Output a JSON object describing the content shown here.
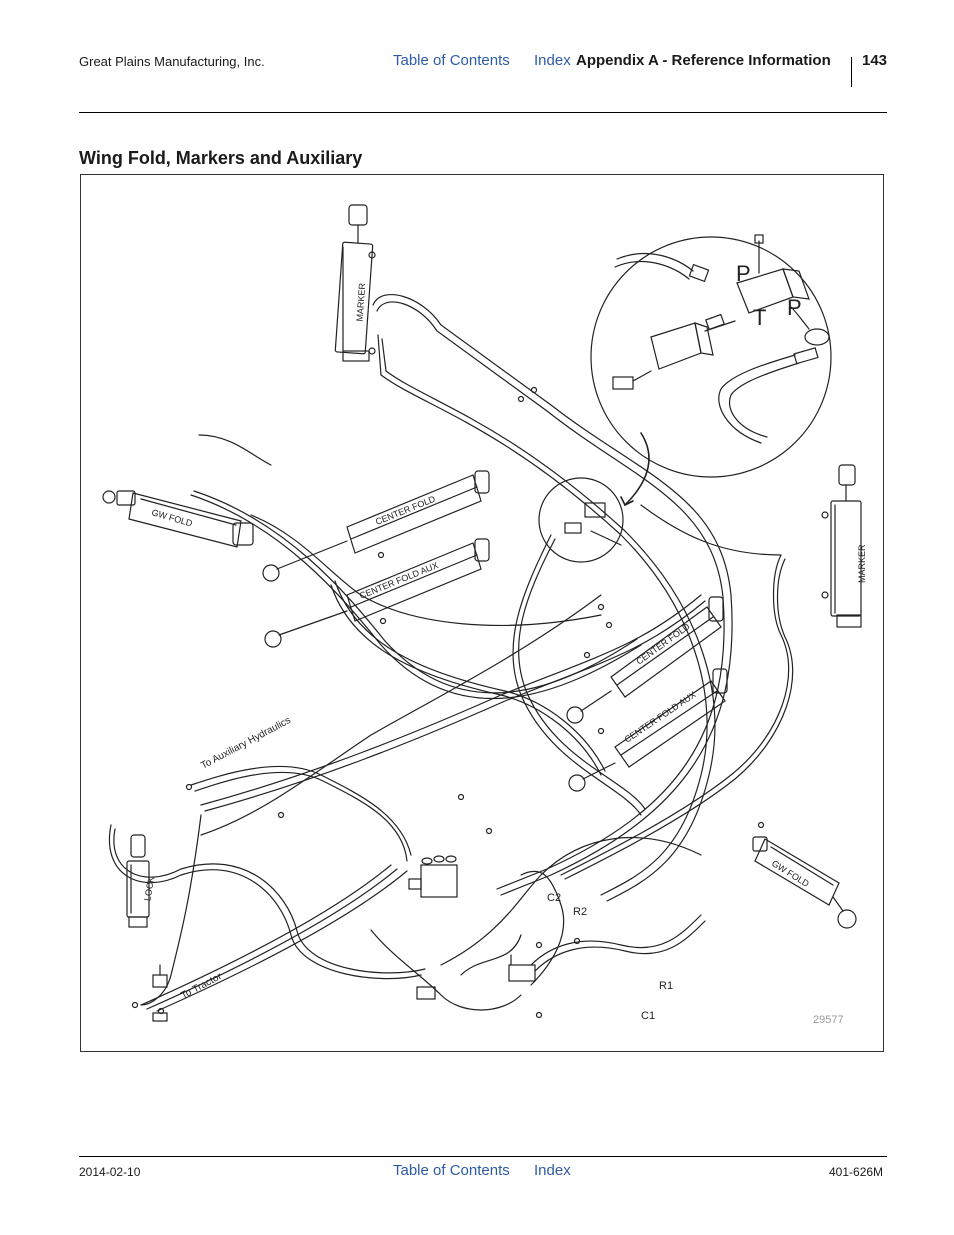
{
  "header": {
    "company": "Great Plains Manufacturing, Inc.",
    "toc_link": "Table of Contents",
    "index_link": "Index",
    "appendix": "Appendix A - Reference Information",
    "page_number": "143"
  },
  "section_title": "Wing Fold, Markers and Auxiliary",
  "figure": {
    "cylinder_labels": {
      "marker_left": "MARKER",
      "marker_right": "MARKER",
      "gw_fold_left": "GW FOLD",
      "gw_fold_right": "GW FOLD",
      "center_fold_upper": "CENTER FOLD",
      "center_fold_aux_upper": "CENTER FOLD AUX",
      "center_fold_lower": "CENTER FOLD",
      "center_fold_aux_lower": "CENTER FOLD AUX",
      "lock": "LOCK"
    },
    "port_labels": {
      "p_top": "P",
      "t": "T",
      "p_right": "P"
    },
    "hose_labels": {
      "to_aux": "To Auxiliary Hydraulics",
      "to_tractor": "To Tractor",
      "c2": "C2",
      "r2": "R2",
      "r1": "R1",
      "c1": "C1"
    },
    "figure_number": "29577"
  },
  "footer": {
    "date": "2014-02-10",
    "toc_link": "Table of Contents",
    "index_link": "Index",
    "doc_number": "401-626M"
  }
}
